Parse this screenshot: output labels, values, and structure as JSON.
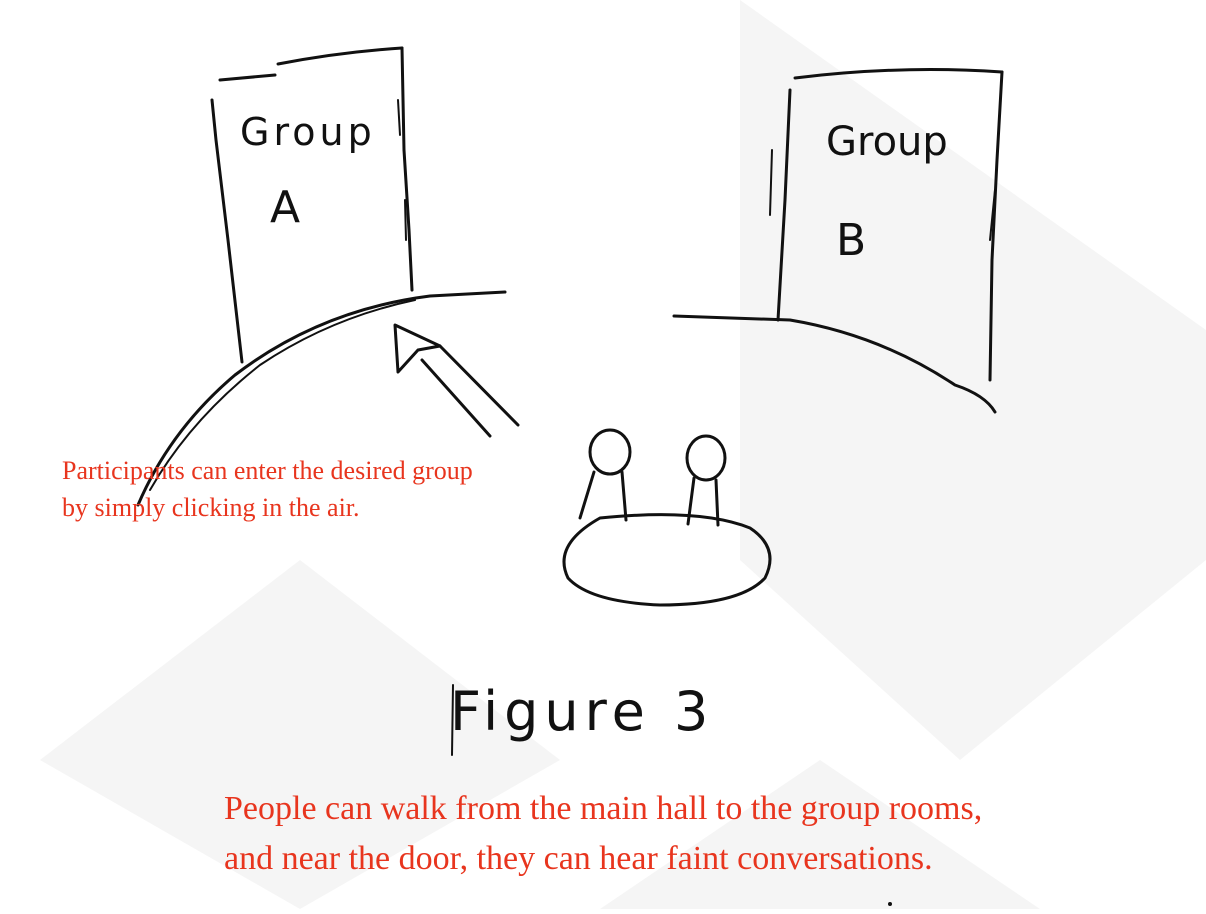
{
  "room_a": {
    "line1": "Group",
    "line2": "A"
  },
  "room_b": {
    "line1": "Group",
    "line2": "B"
  },
  "figure_caption": "Figure 3",
  "annotations": {
    "left_line1": "Participants can enter the desired group",
    "left_line2": "by simply clicking in the air.",
    "bottom_line1": "People can walk from the main hall to the group rooms,",
    "bottom_line2": "and near the door, they can hear faint conversations."
  },
  "colors": {
    "sketch": "#111111",
    "annotation": "#e8351e",
    "background": "#ffffff",
    "watermark": "#f4f4f4"
  }
}
